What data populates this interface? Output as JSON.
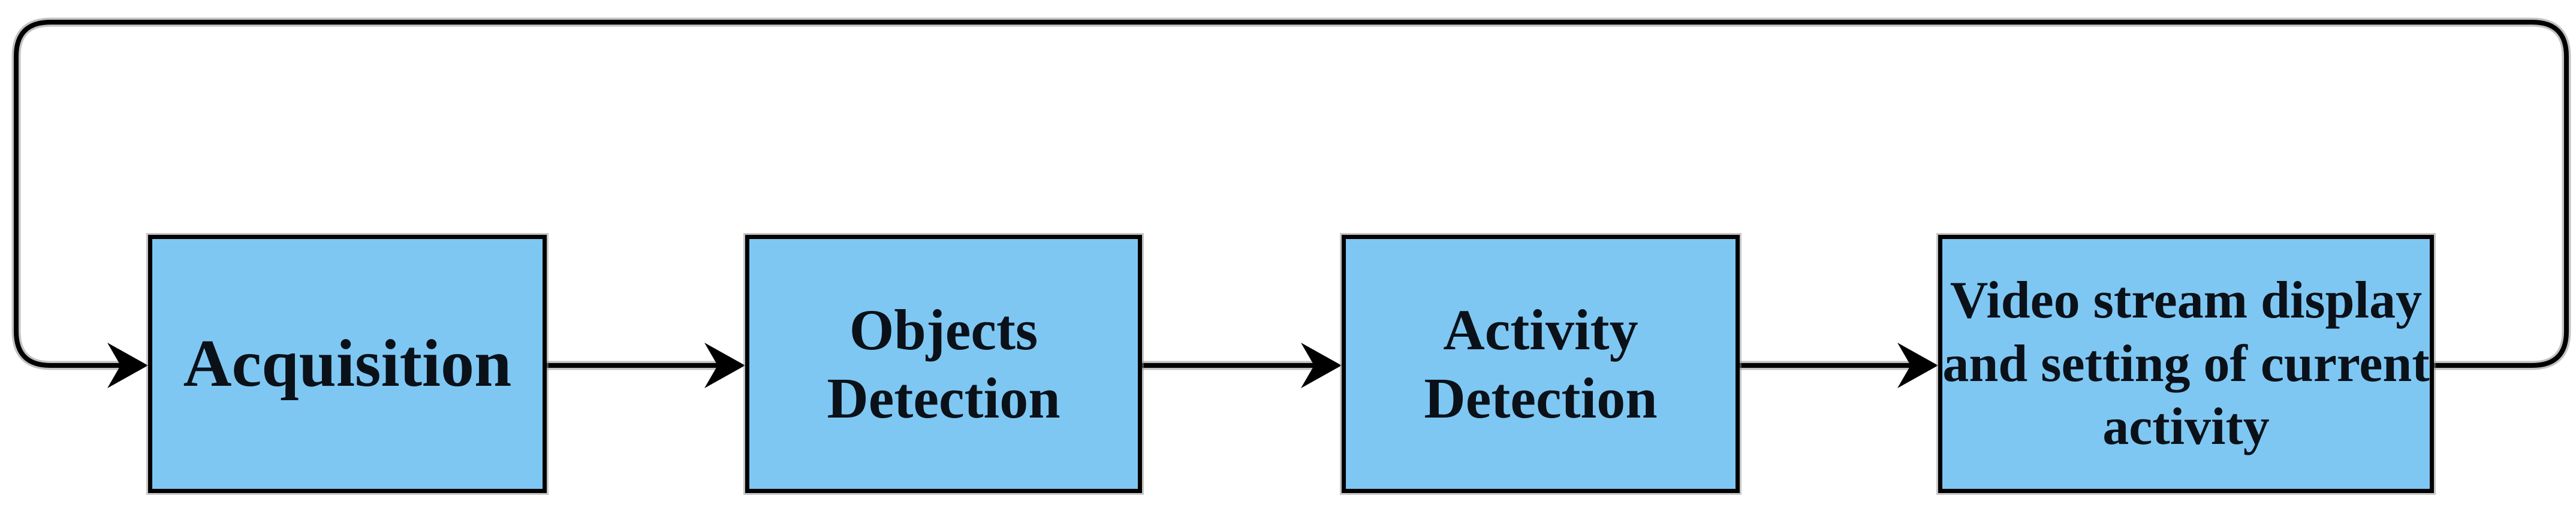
{
  "diagram": {
    "type": "flowchart",
    "boxes": [
      {
        "id": "acquisition",
        "label": "Acquisition",
        "lines": [
          "Acquisition"
        ]
      },
      {
        "id": "objects-detection",
        "label": "Objects Detection",
        "lines": [
          "Objects",
          "Detection"
        ]
      },
      {
        "id": "activity-detection",
        "label": "Activity Detection",
        "lines": [
          "Activity",
          "Detection"
        ]
      },
      {
        "id": "video-stream-display",
        "label": "Video stream display and setting of current activity",
        "lines": [
          "Video stream display",
          "and setting of current",
          "activity"
        ]
      }
    ],
    "connections": [
      {
        "from": "acquisition",
        "to": "objects-detection",
        "style": "arrow"
      },
      {
        "from": "objects-detection",
        "to": "activity-detection",
        "style": "arrow"
      },
      {
        "from": "activity-detection",
        "to": "video-stream-display",
        "style": "arrow"
      },
      {
        "from": "video-stream-display",
        "to": "acquisition",
        "style": "feedback-loop-arrow"
      }
    ],
    "colors": {
      "box_fill": "#7ec7f3",
      "box_border": "#000000",
      "connector": "#000000",
      "connector_halo": "#8f8f8f",
      "text": "#0b1118",
      "background": "#ffffff"
    }
  }
}
